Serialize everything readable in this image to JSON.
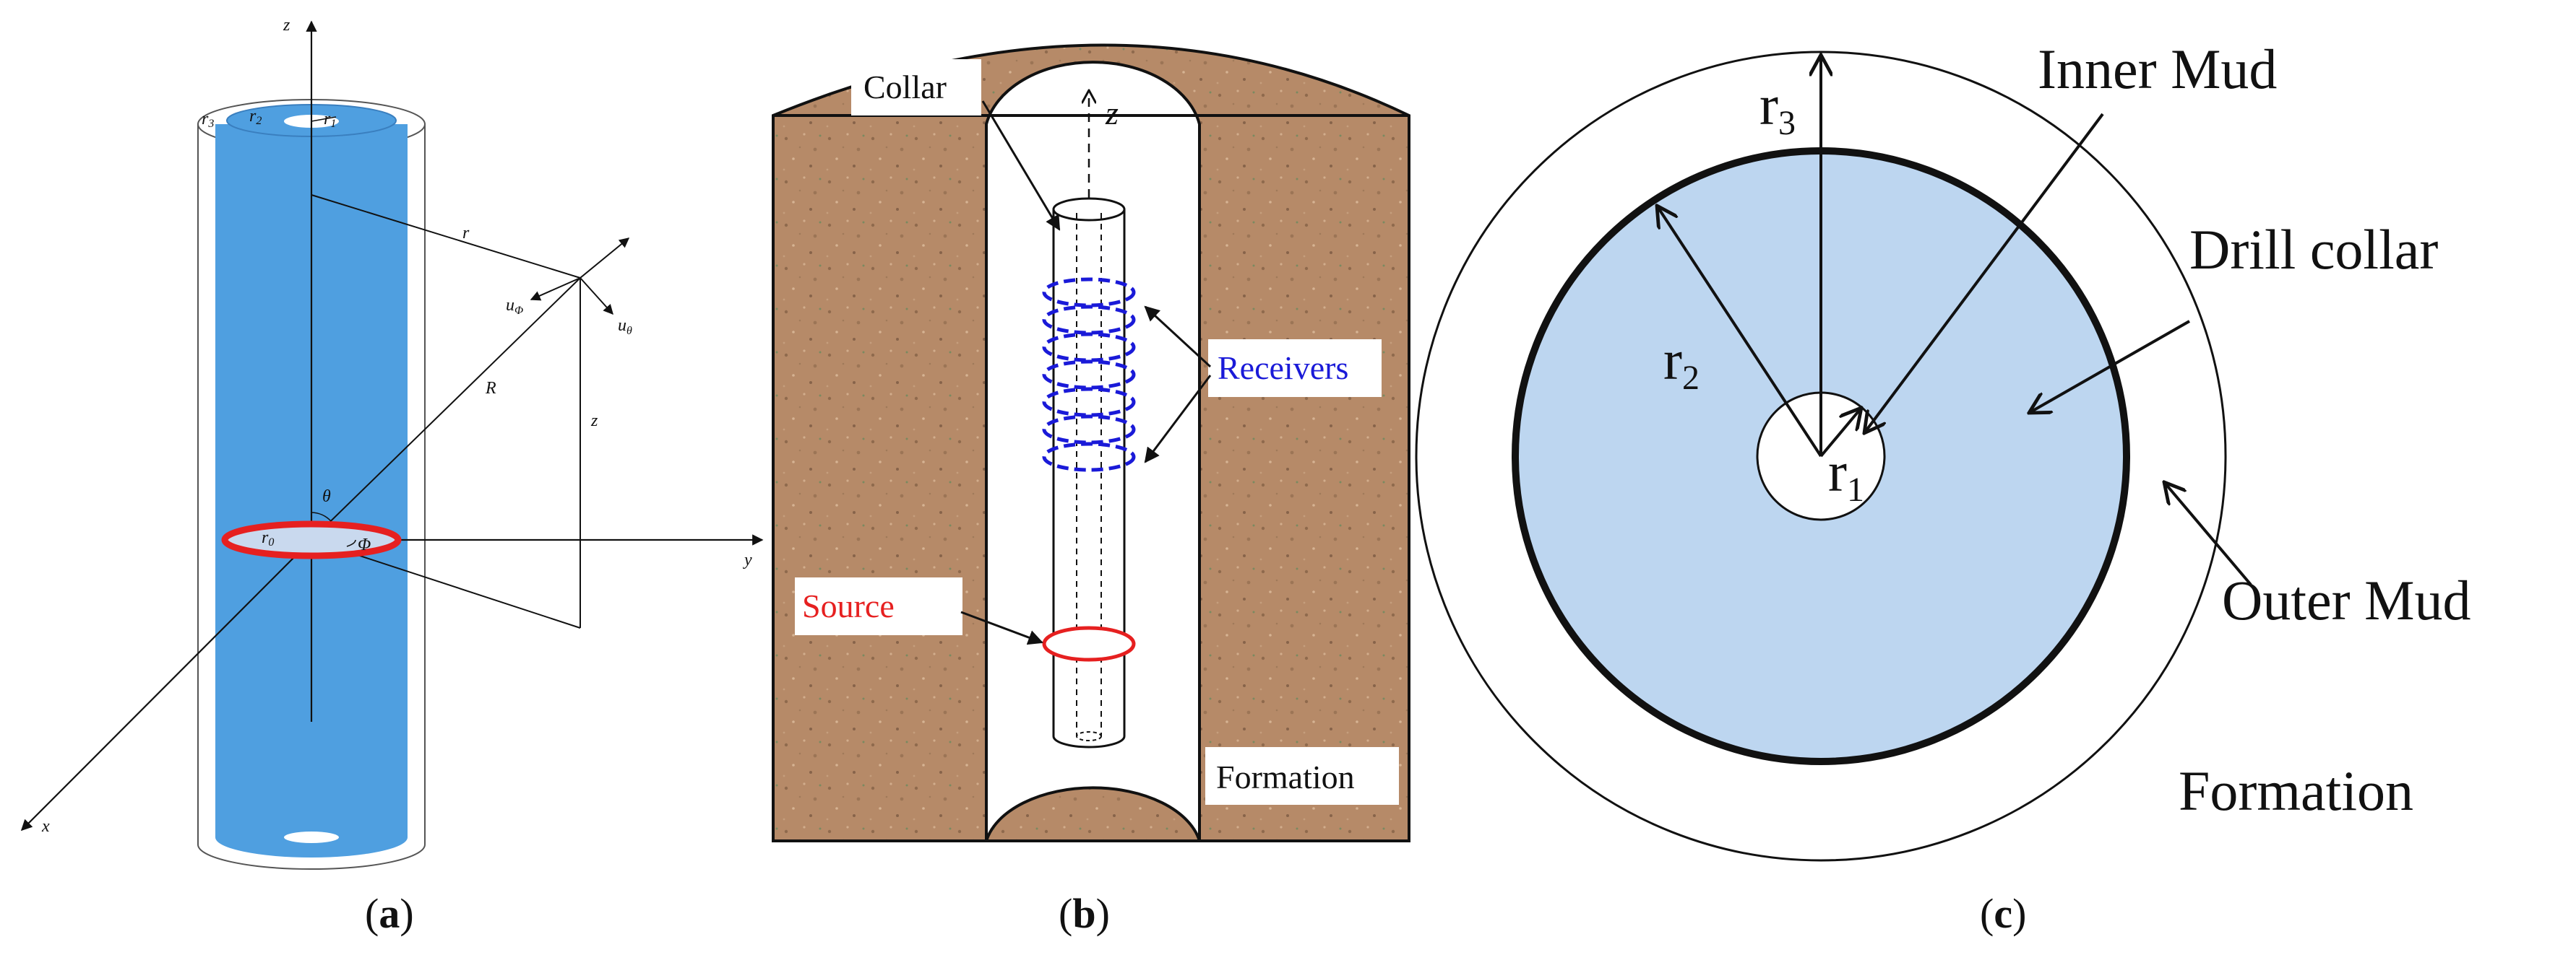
{
  "panel_a": {
    "caption_open": "(",
    "caption_letter": "a",
    "caption_close": ")",
    "axis_z": "z",
    "axis_y": "y",
    "axis_x": "x",
    "r1": "r",
    "r1_sub": "1",
    "r2": "r",
    "r2_sub": "2",
    "r3": "r",
    "r3_sub": "3",
    "r": "r",
    "u_phi": "u",
    "u_phi_sub": "Φ",
    "u_theta": "u",
    "u_theta_sub": "θ",
    "R": "R",
    "z_mid": "z",
    "theta": "θ",
    "r0": "r",
    "r0_sub": "0",
    "phi": "Φ",
    "colors": {
      "blue": "#4f9fe0",
      "red": "#e62020",
      "source_fill": "#c9d9ee"
    }
  },
  "panel_b": {
    "caption_open": "(",
    "caption_letter": "b",
    "caption_close": ")",
    "collar": "Collar",
    "z_axis": "z",
    "receivers": "Receivers",
    "source": "Source",
    "formation": "Formation",
    "colors": {
      "earth": "#b68a68",
      "receivers": "#1a1ad8",
      "source": "#e62020"
    }
  },
  "panel_c": {
    "caption_open": "(",
    "caption_letter": "c",
    "caption_close": ")",
    "inner_mud": "Inner Mud",
    "drill_collar": "Drill collar",
    "outer_mud": "Outer Mud",
    "formation": "Formation",
    "r1": "r",
    "r1_sub": "1",
    "r2": "r",
    "r2_sub": "2",
    "r3": "r",
    "r3_sub": "3",
    "colors": {
      "collar_fill": "#bdd6f0"
    }
  }
}
